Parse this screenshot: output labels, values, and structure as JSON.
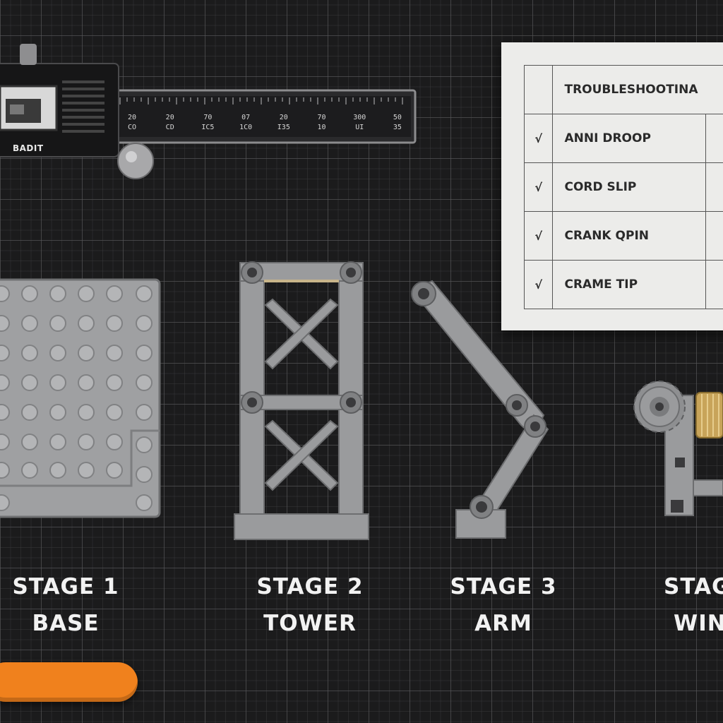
{
  "caliper": {
    "brand": "BADIT",
    "scale_top": [
      "20",
      "20",
      "70",
      "07",
      "20",
      "70",
      "300",
      "50"
    ],
    "scale_bottom": [
      "CO",
      "CD",
      "IC5",
      "1C0",
      "I35",
      "10",
      "UI",
      "35"
    ]
  },
  "card": {
    "title": "TROUBLESHOOTINA",
    "rows": [
      {
        "check": "√",
        "label": "ANNI DROOP"
      },
      {
        "check": "√",
        "label": "CORD SLIP"
      },
      {
        "check": "√",
        "label": "CRANK QPIN"
      },
      {
        "check": "√",
        "label": "CRAME TIP"
      }
    ]
  },
  "stages": [
    {
      "number": "STAGE 1",
      "name": "BASE"
    },
    {
      "number": "STAGE 2",
      "name": "TOWER"
    },
    {
      "number": "STAGE 3",
      "name": "ARM"
    },
    {
      "number": "STAG",
      "name": "WIN"
    }
  ],
  "colors": {
    "board": "#1b1b1c",
    "part_gray": "#9a9b9d",
    "card": "#ececea",
    "handle": "#f0811d",
    "brass": "#c8a45a"
  }
}
